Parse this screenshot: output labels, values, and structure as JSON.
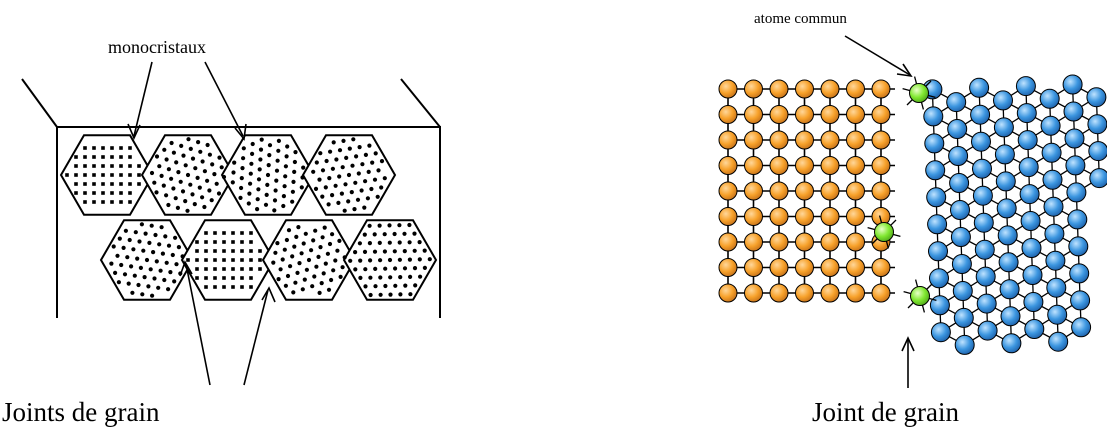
{
  "left_panel": {
    "top_label": "monocristaux",
    "caption": "Joints de grain"
  },
  "right_panel": {
    "top_label": "atome commun",
    "caption": "Joint de grain"
  },
  "colors": {
    "orange_atom": "#f7a12a",
    "blue_atom": "#3c96e0",
    "green_atom": "#80e830",
    "lines": "#000000"
  }
}
